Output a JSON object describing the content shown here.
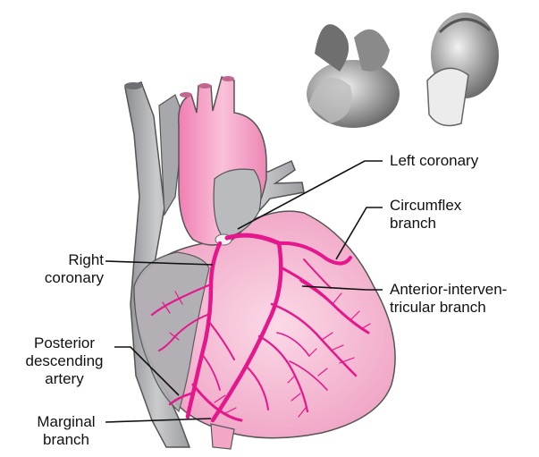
{
  "labels": {
    "left_coronary": "Left coronary",
    "circumflex": "Circumflex\nbranch",
    "right_coronary": "Right\ncoronary",
    "anterior_interventricular": "Anterior-interven-\ntricular branch",
    "posterior_descending": "Posterior\ndescending\nartery",
    "marginal": "Marginal\nbranch"
  },
  "colors": {
    "artery": "#e6168c",
    "aorta": "#f3a6c6",
    "heart": "#f6c3d8",
    "vessel_gray": "#b4b6b8",
    "leader_line": "#111111"
  }
}
